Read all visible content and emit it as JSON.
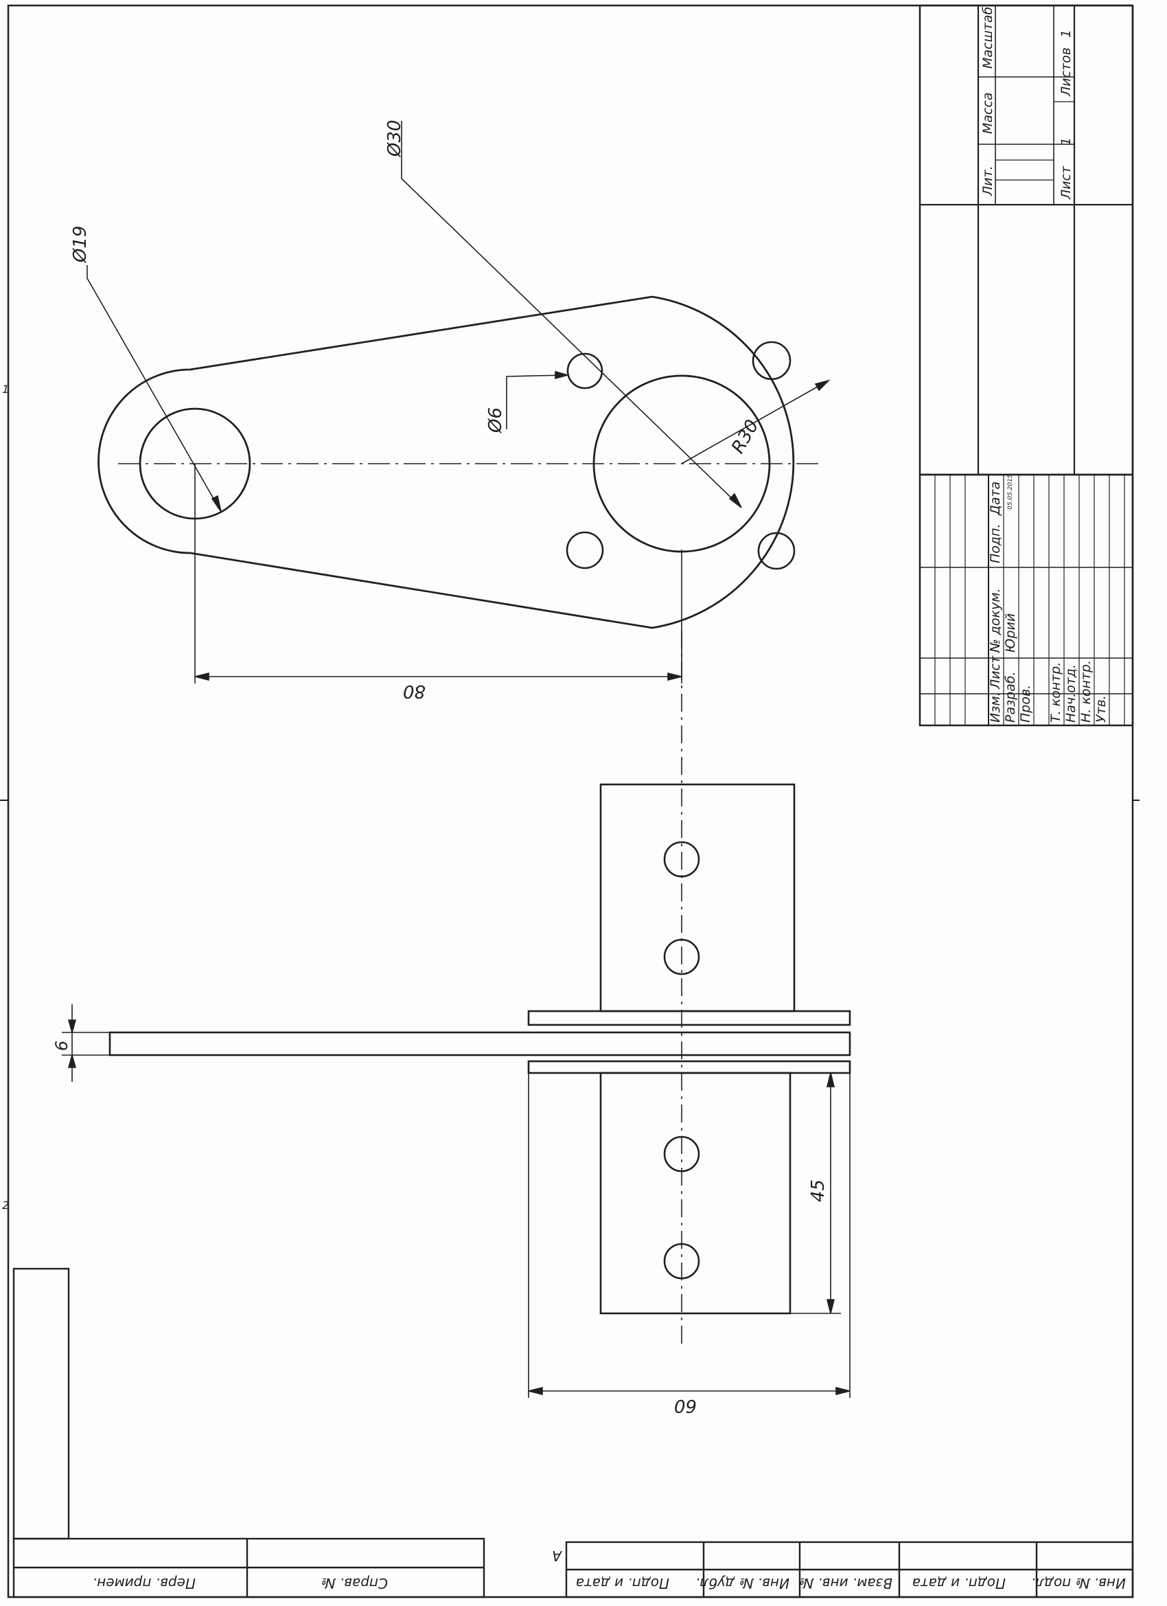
{
  "dimensions": {
    "dia_19": "Ø19",
    "dia_30": "Ø30",
    "dia_6": "Ø6",
    "radius_30": "R30",
    "length_80": "80",
    "thickness_6": "6",
    "height_45": "45",
    "width_60": "60"
  },
  "title_block": {
    "lit": "Лит.",
    "mass": "Масса",
    "scale": "Масштаб",
    "sheet": "Лист",
    "sheet_no": "1",
    "sheets": "Листов",
    "sheets_count": "1",
    "rev_headers": [
      "Изм.",
      "Лист",
      "№ докум.",
      "Подп.",
      "Дата"
    ],
    "role_labels": [
      "Разраб.",
      "Пров.",
      "Т. контр.",
      "Нач.отд.",
      "Н. контр.",
      "Утв."
    ],
    "developer": "Юрий",
    "date": "05.05.2015"
  },
  "bottom_strip": {
    "perv_primen": "Перв. примен.",
    "sprav_no": "Справ. №",
    "letter_a": "A",
    "podp_data_1": "Подп. и дата",
    "inv_dubl": "Инв. № дубл.",
    "vzam_inv": "Взам. инв. №",
    "podp_data_2": "Подп. и дата",
    "inv_podl": "Инв. № подл."
  },
  "margin_marks": {
    "zone_1": "1",
    "zone_2": "2"
  }
}
